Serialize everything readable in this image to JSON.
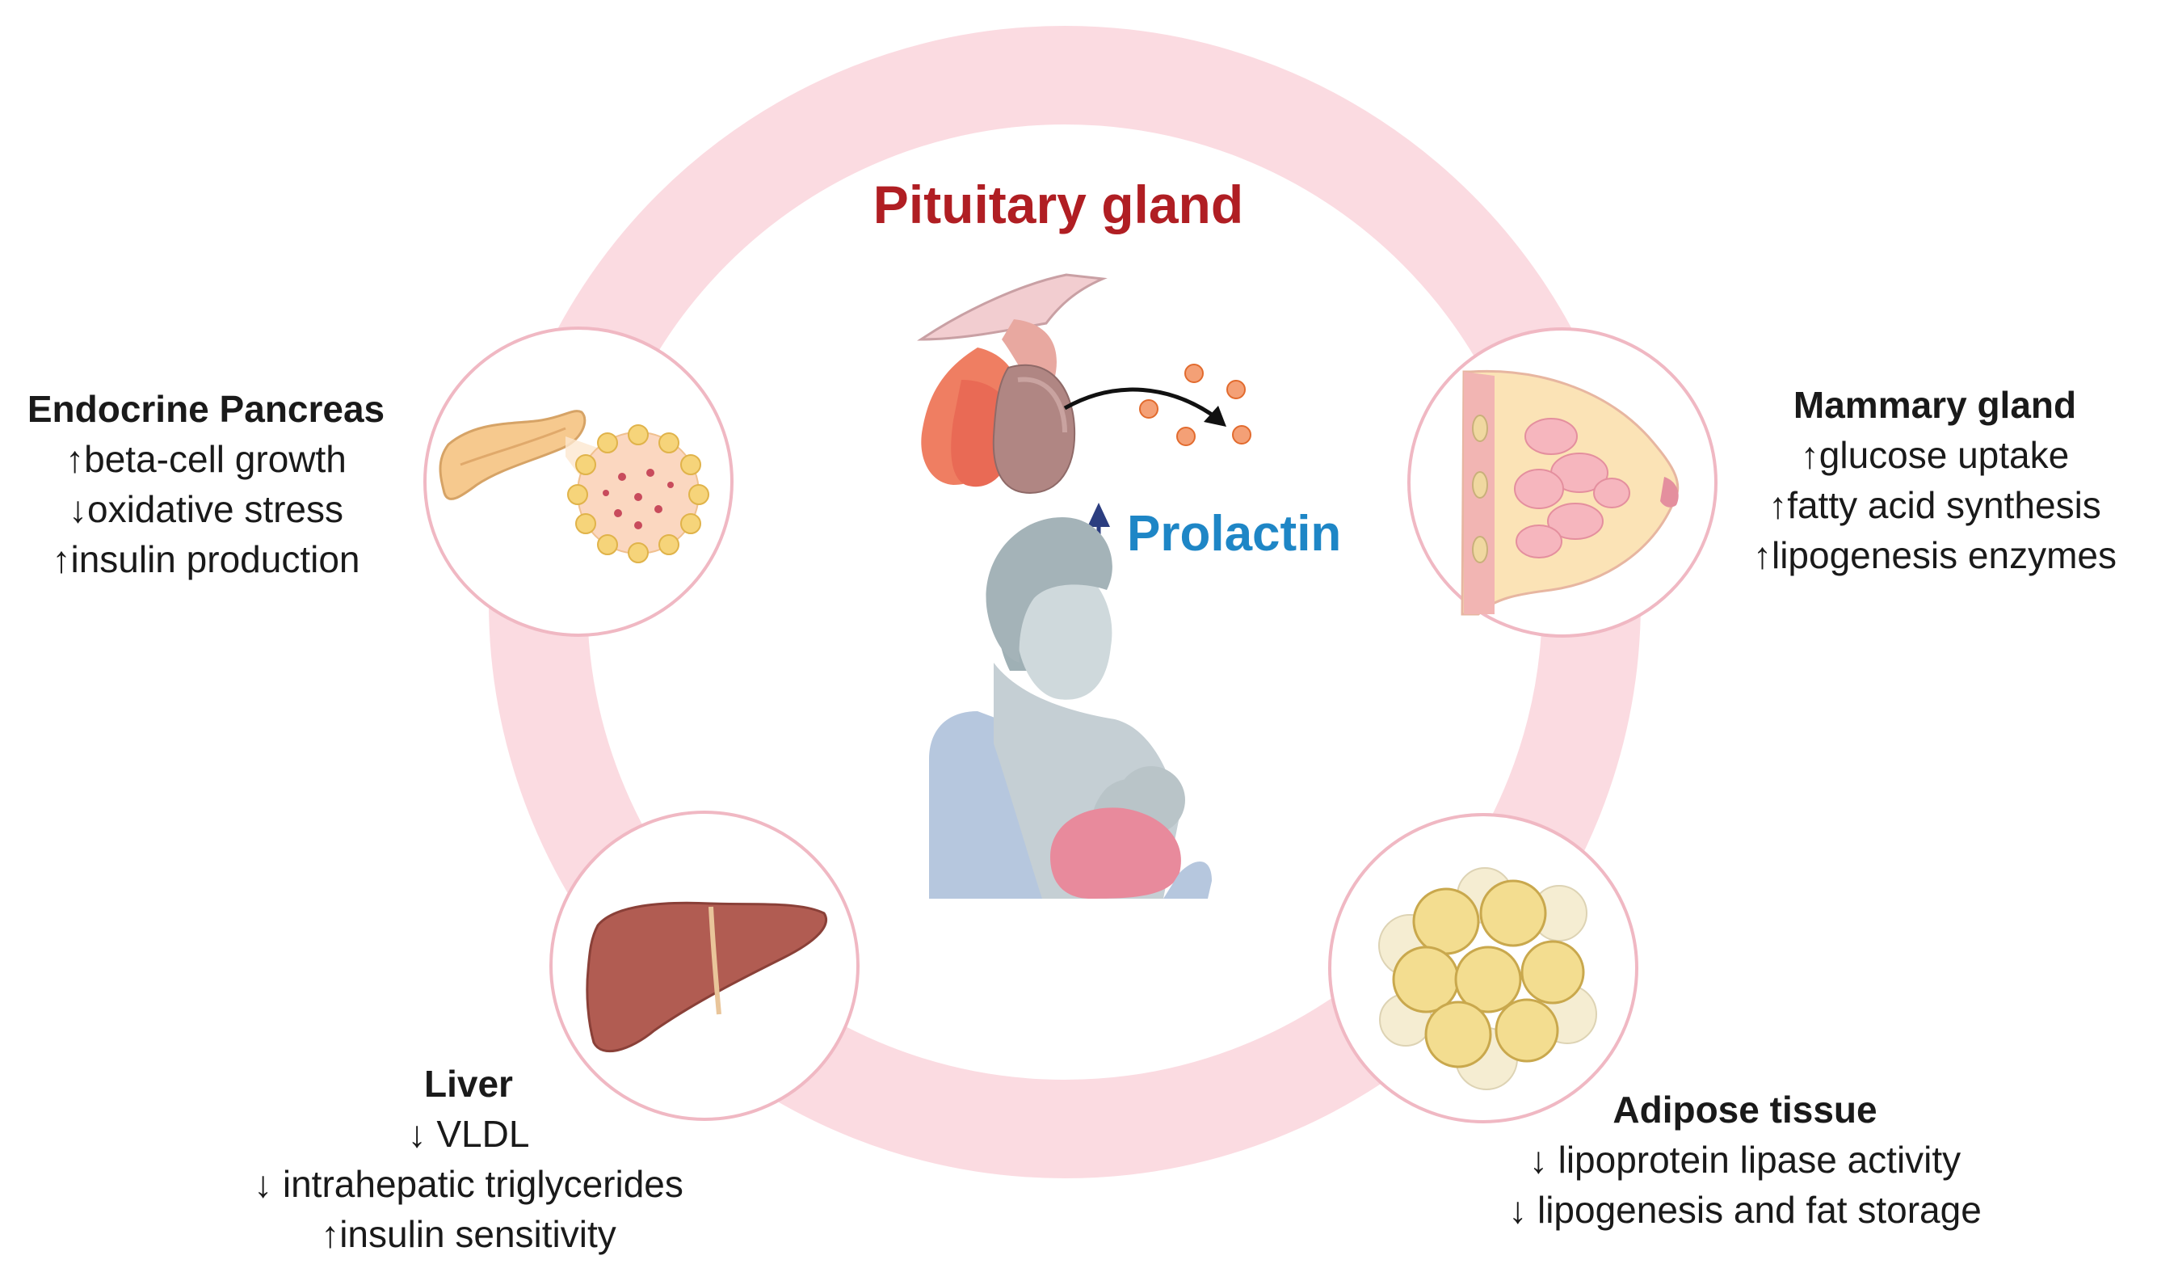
{
  "center": {
    "title": "Pituitary gland",
    "hormone_label": "Prolactin"
  },
  "organs": {
    "pancreas": {
      "title": "Endocrine Pancreas",
      "lines": [
        "↑beta-cell growth",
        "↓oxidative stress",
        "↑insulin production"
      ]
    },
    "mammary": {
      "title": "Mammary gland",
      "lines": [
        "↑glucose uptake",
        "↑fatty acid synthesis",
        "↑lipogenesis enzymes"
      ]
    },
    "liver": {
      "title": "Liver",
      "lines": [
        "↓ VLDL",
        "↓ intrahepatic triglycerides",
        "↑insulin sensitivity"
      ]
    },
    "adipose": {
      "title": "Adipose tissue",
      "lines": [
        "↓ lipoprotein lipase activity",
        "↓ lipogenesis and fat storage"
      ]
    }
  },
  "colors": {
    "ring": "#fbdbe1",
    "circle_border": "#f0b8c3",
    "title_red": "#b01e23",
    "prolactin_blue": "#1e86c6",
    "arrow_navy": "#2c3e80"
  }
}
